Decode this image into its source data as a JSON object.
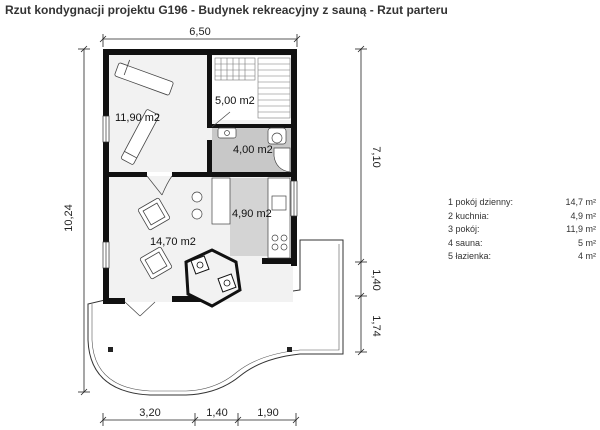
{
  "title": "Rzut kondygnacji projektu G196 - Budynek rekreacyjny z sauną - Rzut parteru",
  "dimensions": {
    "top_width": "6,50",
    "left_height": "10,24",
    "right_upper": "7,10",
    "right_middle": "1,40",
    "right_lower": "1,74",
    "bottom_left": "3,20",
    "bottom_middle": "1,40",
    "bottom_right": "1,90"
  },
  "room_areas": {
    "room_left_top": "11,90 m2",
    "sauna": "5,00 m2",
    "bathroom": "4,00 m2",
    "kitchen": "4,90 m2",
    "living": "14,70 m2"
  },
  "legend": [
    {
      "label": "1 pokój dzienny:",
      "value": "14,7 m²"
    },
    {
      "label": "2 kuchnia:",
      "value": "4,9 m²"
    },
    {
      "label": "3 pokój:",
      "value": "11,9 m²"
    },
    {
      "label": "4 sauna:",
      "value": "5 m²"
    },
    {
      "label": "5 łazienka:",
      "value": "4 m²"
    }
  ]
}
